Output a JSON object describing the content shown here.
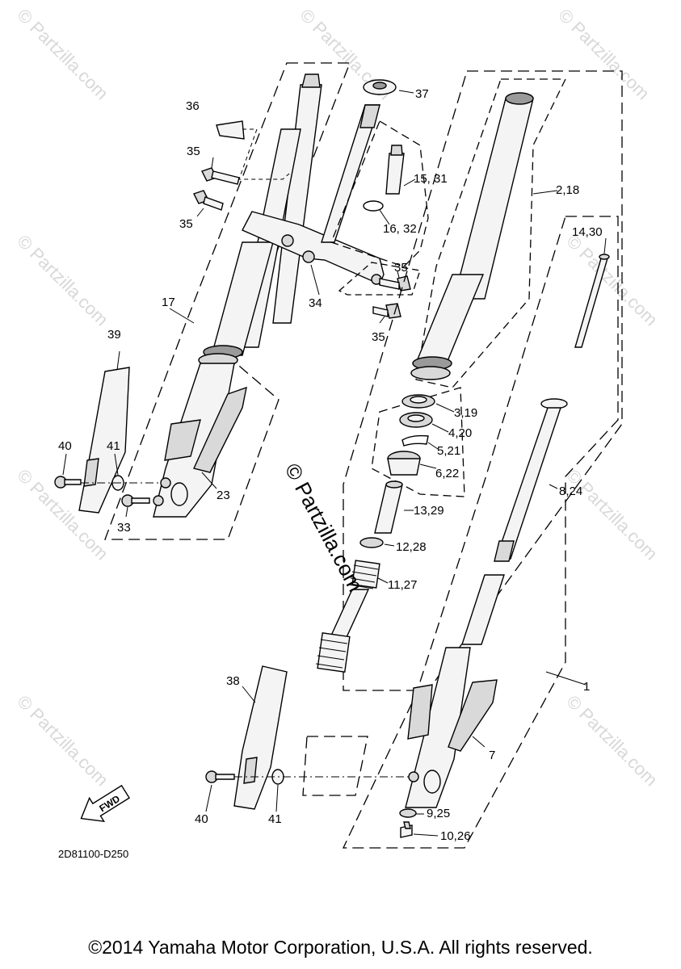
{
  "diagram_code": "2D81100-D250",
  "fwd_label": "FWD",
  "watermark_text": "© Partzilla.com",
  "copyright": "©2014 Yamaha Motor Corporation, U.S.A. All rights reserved.",
  "callouts": {
    "c1": "1",
    "c2_18": "2,18",
    "c3_19": "3,19",
    "c4_20": "4,20",
    "c5_21": "5,21",
    "c6_22": "6,22",
    "c7": "7",
    "c8_24": "8,24",
    "c9_25": "9,25",
    "c10_26": "10,26",
    "c11_27": "11,27",
    "c12_28": "12,28",
    "c13_29": "13,29",
    "c14_30": "14,30",
    "c15_31": "15, 31",
    "c16_32": "16, 32",
    "c17": "17",
    "c23": "23",
    "c33": "33",
    "c34": "34",
    "c35_a": "35",
    "c35_b": "35",
    "c35_c": "35",
    "c35_d": "35",
    "c36": "36",
    "c37": "37",
    "c38": "38",
    "c39": "39",
    "c40_a": "40",
    "c40_b": "40",
    "c41_a": "41",
    "c41_b": "41"
  }
}
